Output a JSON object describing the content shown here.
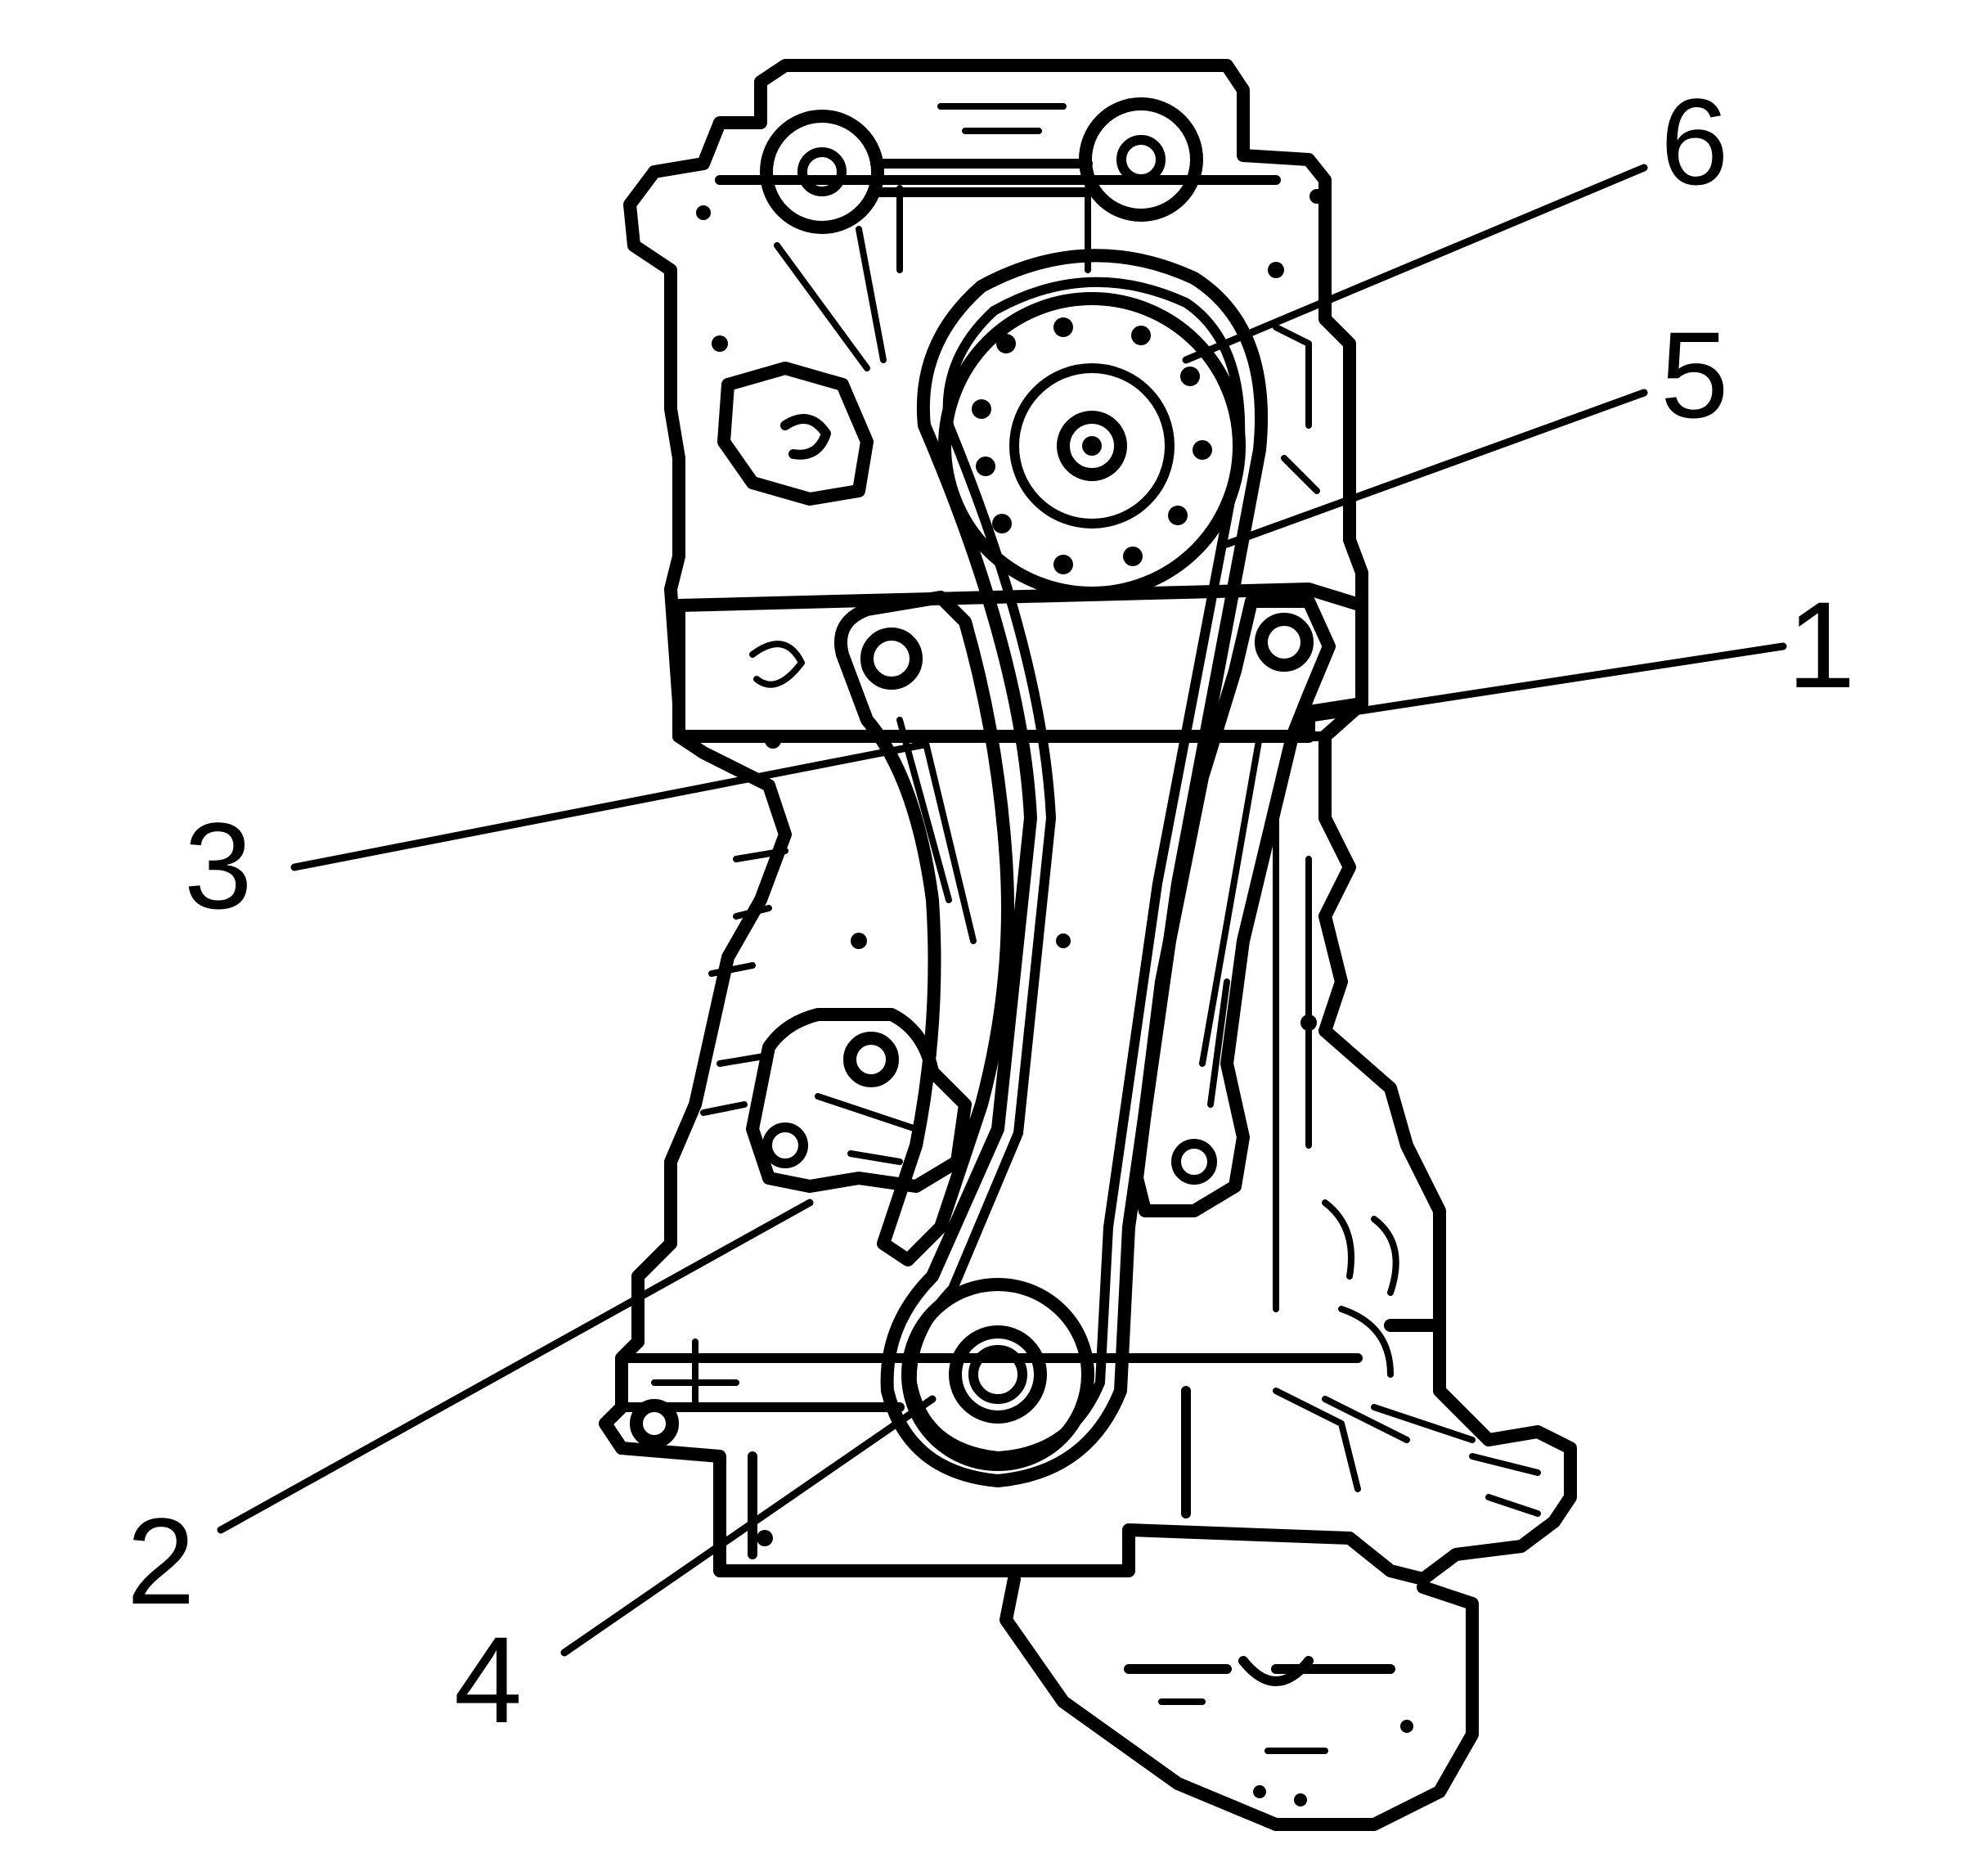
{
  "callouts": [
    {
      "id": "1",
      "label": "1"
    },
    {
      "id": "2",
      "label": "2"
    },
    {
      "id": "3",
      "label": "3"
    },
    {
      "id": "4",
      "label": "4"
    },
    {
      "id": "5",
      "label": "5"
    },
    {
      "id": "6",
      "label": "6"
    }
  ],
  "colors": {
    "ink": "#000000",
    "paper": "#ffffff"
  }
}
